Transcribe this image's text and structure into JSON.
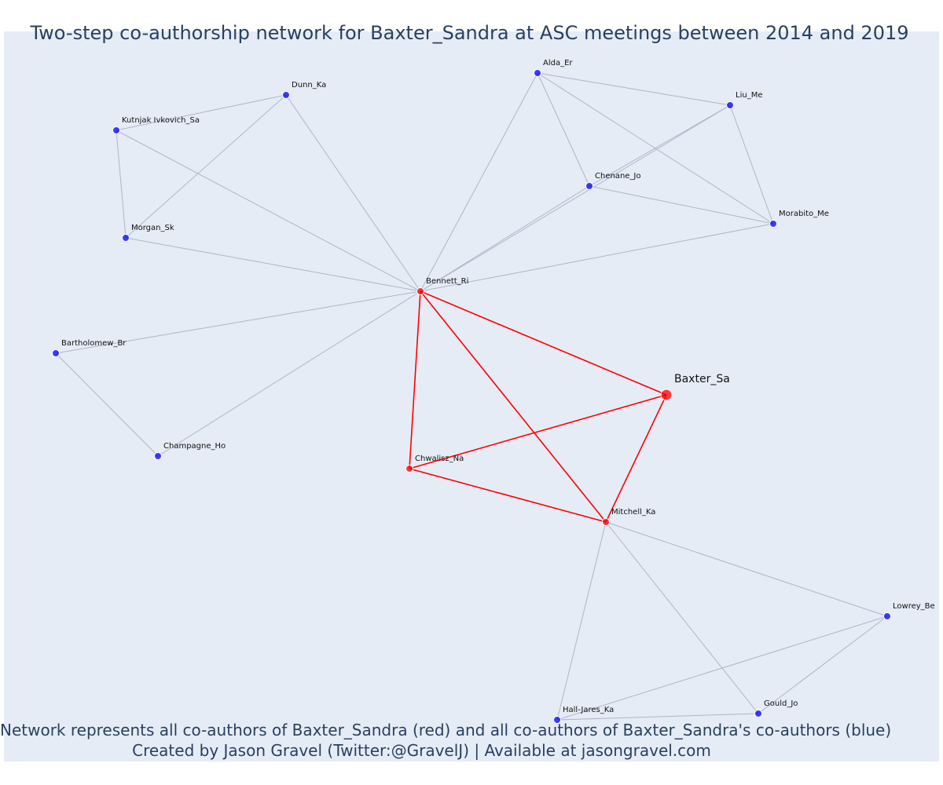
{
  "title": "Two-step co-authorship network for Baxter_Sandra at ASC meetings between 2014 and 2019",
  "footer": {
    "line1": "Network represents all co-authors of Baxter_Sandra (red) and all co-authors of Baxter_Sandra's co-authors (blue)",
    "line2": "Created by Jason Gravel (Twitter:@GravelJ) | Available at jasongravel.com"
  },
  "colors": {
    "plot_background": "#e5ecf6",
    "first_degree": "#ff0000",
    "second_degree": "#0000ff",
    "edge_grey": "#aeb5c8",
    "edge_red": "#ff0000"
  },
  "nodes": [
    {
      "id": "baxter",
      "label": "Baxter_Sa",
      "group": "focal"
    },
    {
      "id": "bennett",
      "label": "Bennett_Ri",
      "group": "coauthor"
    },
    {
      "id": "chwalisz",
      "label": "Chwalisz_Na",
      "group": "coauthor"
    },
    {
      "id": "mitchell",
      "label": "Mitchell_Ka",
      "group": "coauthor"
    },
    {
      "id": "alda",
      "label": "Alda_Er",
      "group": "second"
    },
    {
      "id": "liu",
      "label": "Liu_Me",
      "group": "second"
    },
    {
      "id": "chenane",
      "label": "Chenane_Jo",
      "group": "second"
    },
    {
      "id": "morabito",
      "label": "Morabito_Me",
      "group": "second"
    },
    {
      "id": "dunn",
      "label": "Dunn_Ka",
      "group": "second"
    },
    {
      "id": "kutnjak",
      "label": "Kutnjak Ivkovich_Sa",
      "group": "second"
    },
    {
      "id": "morgan",
      "label": "Morgan_Sk",
      "group": "second"
    },
    {
      "id": "bartholomew",
      "label": "Bartholomew_Br",
      "group": "second"
    },
    {
      "id": "champagne",
      "label": "Champagne_Ho",
      "group": "second"
    },
    {
      "id": "lowrey",
      "label": "Lowrey_Be",
      "group": "second"
    },
    {
      "id": "gould",
      "label": "Gould_Jo",
      "group": "second"
    },
    {
      "id": "halljares",
      "label": "Hall-Jares_Ka",
      "group": "second"
    }
  ],
  "edges": [
    {
      "source": "baxter",
      "target": "bennett",
      "kind": "red"
    },
    {
      "source": "baxter",
      "target": "chwalisz",
      "kind": "red"
    },
    {
      "source": "baxter",
      "target": "mitchell",
      "kind": "red"
    },
    {
      "source": "bennett",
      "target": "chwalisz",
      "kind": "red"
    },
    {
      "source": "bennett",
      "target": "mitchell",
      "kind": "red"
    },
    {
      "source": "chwalisz",
      "target": "mitchell",
      "kind": "red"
    },
    {
      "source": "bennett",
      "target": "alda",
      "kind": "grey"
    },
    {
      "source": "bennett",
      "target": "liu",
      "kind": "grey"
    },
    {
      "source": "bennett",
      "target": "chenane",
      "kind": "grey"
    },
    {
      "source": "bennett",
      "target": "morabito",
      "kind": "grey"
    },
    {
      "source": "bennett",
      "target": "dunn",
      "kind": "grey"
    },
    {
      "source": "bennett",
      "target": "kutnjak",
      "kind": "grey"
    },
    {
      "source": "bennett",
      "target": "morgan",
      "kind": "grey"
    },
    {
      "source": "bennett",
      "target": "bartholomew",
      "kind": "grey"
    },
    {
      "source": "bennett",
      "target": "champagne",
      "kind": "grey"
    },
    {
      "source": "alda",
      "target": "liu",
      "kind": "grey"
    },
    {
      "source": "alda",
      "target": "chenane",
      "kind": "grey"
    },
    {
      "source": "alda",
      "target": "morabito",
      "kind": "grey"
    },
    {
      "source": "liu",
      "target": "chenane",
      "kind": "grey"
    },
    {
      "source": "liu",
      "target": "morabito",
      "kind": "grey"
    },
    {
      "source": "chenane",
      "target": "morabito",
      "kind": "grey"
    },
    {
      "source": "dunn",
      "target": "kutnjak",
      "kind": "grey"
    },
    {
      "source": "dunn",
      "target": "morgan",
      "kind": "grey"
    },
    {
      "source": "kutnjak",
      "target": "morgan",
      "kind": "grey"
    },
    {
      "source": "bartholomew",
      "target": "champagne",
      "kind": "grey"
    },
    {
      "source": "mitchell",
      "target": "lowrey",
      "kind": "grey"
    },
    {
      "source": "mitchell",
      "target": "gould",
      "kind": "grey"
    },
    {
      "source": "mitchell",
      "target": "halljares",
      "kind": "grey"
    },
    {
      "source": "lowrey",
      "target": "gould",
      "kind": "grey"
    },
    {
      "source": "lowrey",
      "target": "halljares",
      "kind": "grey"
    },
    {
      "source": "gould",
      "target": "halljares",
      "kind": "grey"
    }
  ]
}
